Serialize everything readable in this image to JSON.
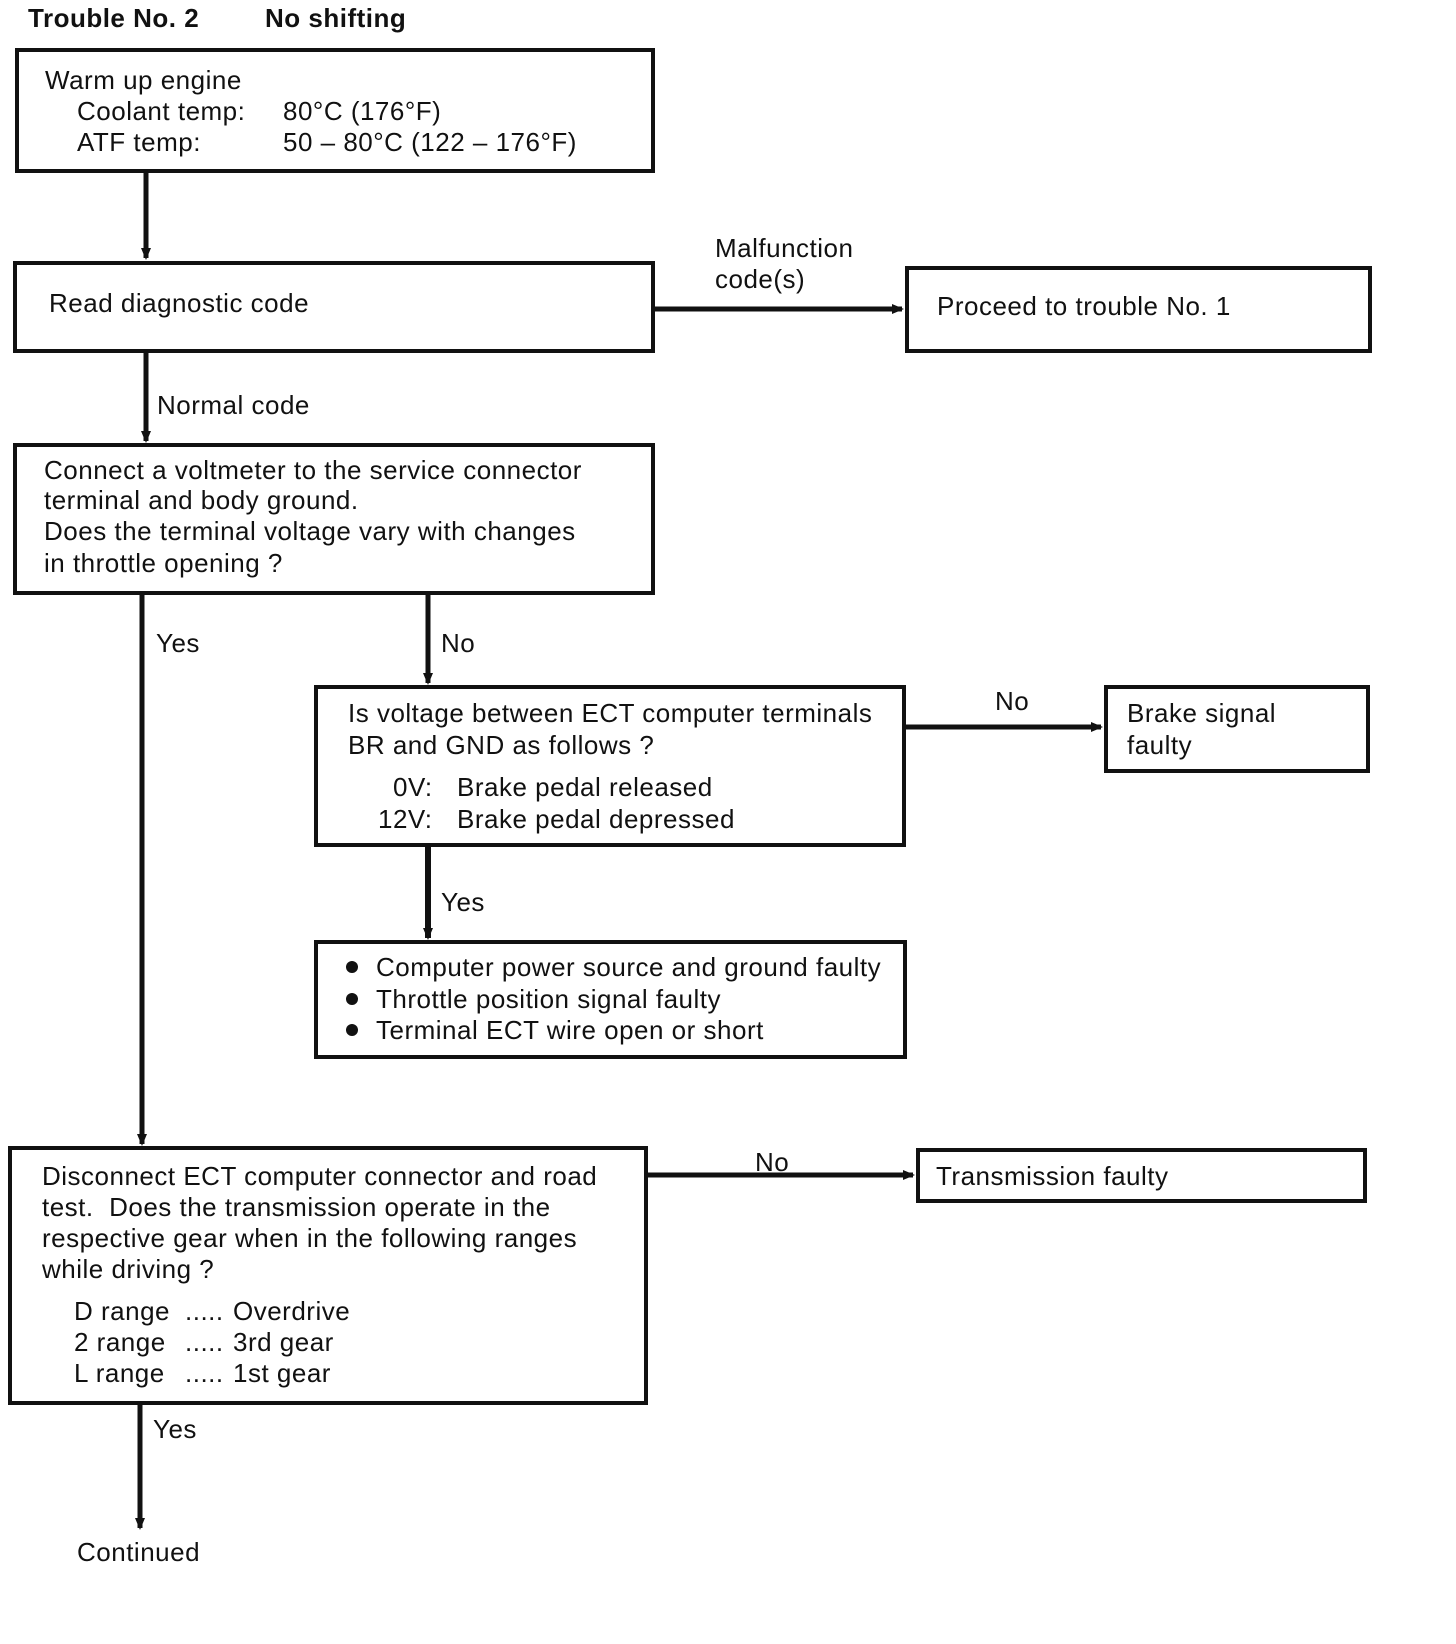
{
  "header": {
    "trouble_no": "Trouble No. 2",
    "title": "No shifting"
  },
  "boxes": {
    "warmup": {
      "line1": "Warm up engine",
      "coolant_label": "Coolant temp:",
      "coolant_value": "80°C (176°F)",
      "atf_label": "ATF temp:",
      "atf_value": "50 – 80°C (122 – 176°F)"
    },
    "read_code": {
      "text": "Read diagnostic code"
    },
    "proceed": {
      "text": "Proceed to trouble No. 1"
    },
    "voltmeter": {
      "line1": "Connect a voltmeter to the service connector",
      "line2": "terminal and body ground.",
      "line3": "Does the terminal voltage vary with changes",
      "line4": "in throttle opening ?"
    },
    "brake_check": {
      "line1": "Is voltage between ECT computer terminals",
      "line2": "BR and GND as follows ?",
      "row1_v": "0V:",
      "row1_text": "Brake pedal released",
      "row2_v": "12V:",
      "row2_text": "Brake pedal depressed"
    },
    "brake_faulty": {
      "line1": "Brake signal",
      "line2": "faulty"
    },
    "causes": {
      "items": [
        "Computer power source and ground faulty",
        "Throttle position signal faulty",
        "Terminal ECT wire open or short"
      ]
    },
    "disconnect": {
      "line1": "Disconnect ECT computer connector and road",
      "line2": "test.  Does the transmission operate in the",
      "line3": "respective gear when in the following ranges",
      "line4": "while driving ?",
      "rows": [
        {
          "range": "D range",
          "dots": ".....",
          "gear": "Overdrive"
        },
        {
          "range": "2 range",
          "dots": ".....",
          "gear": "3rd gear"
        },
        {
          "range": "L range",
          "dots": ".....",
          "gear": "1st gear"
        }
      ]
    },
    "trans_faulty": {
      "text": "Transmission faulty"
    }
  },
  "labels": {
    "malfunction1": "Malfunction",
    "malfunction2": "code(s)",
    "normal_code": "Normal code",
    "yes1": "Yes",
    "no1": "No",
    "no2": "No",
    "yes2": "Yes",
    "no3": "No",
    "yes3": "Yes",
    "continued": "Continued"
  }
}
